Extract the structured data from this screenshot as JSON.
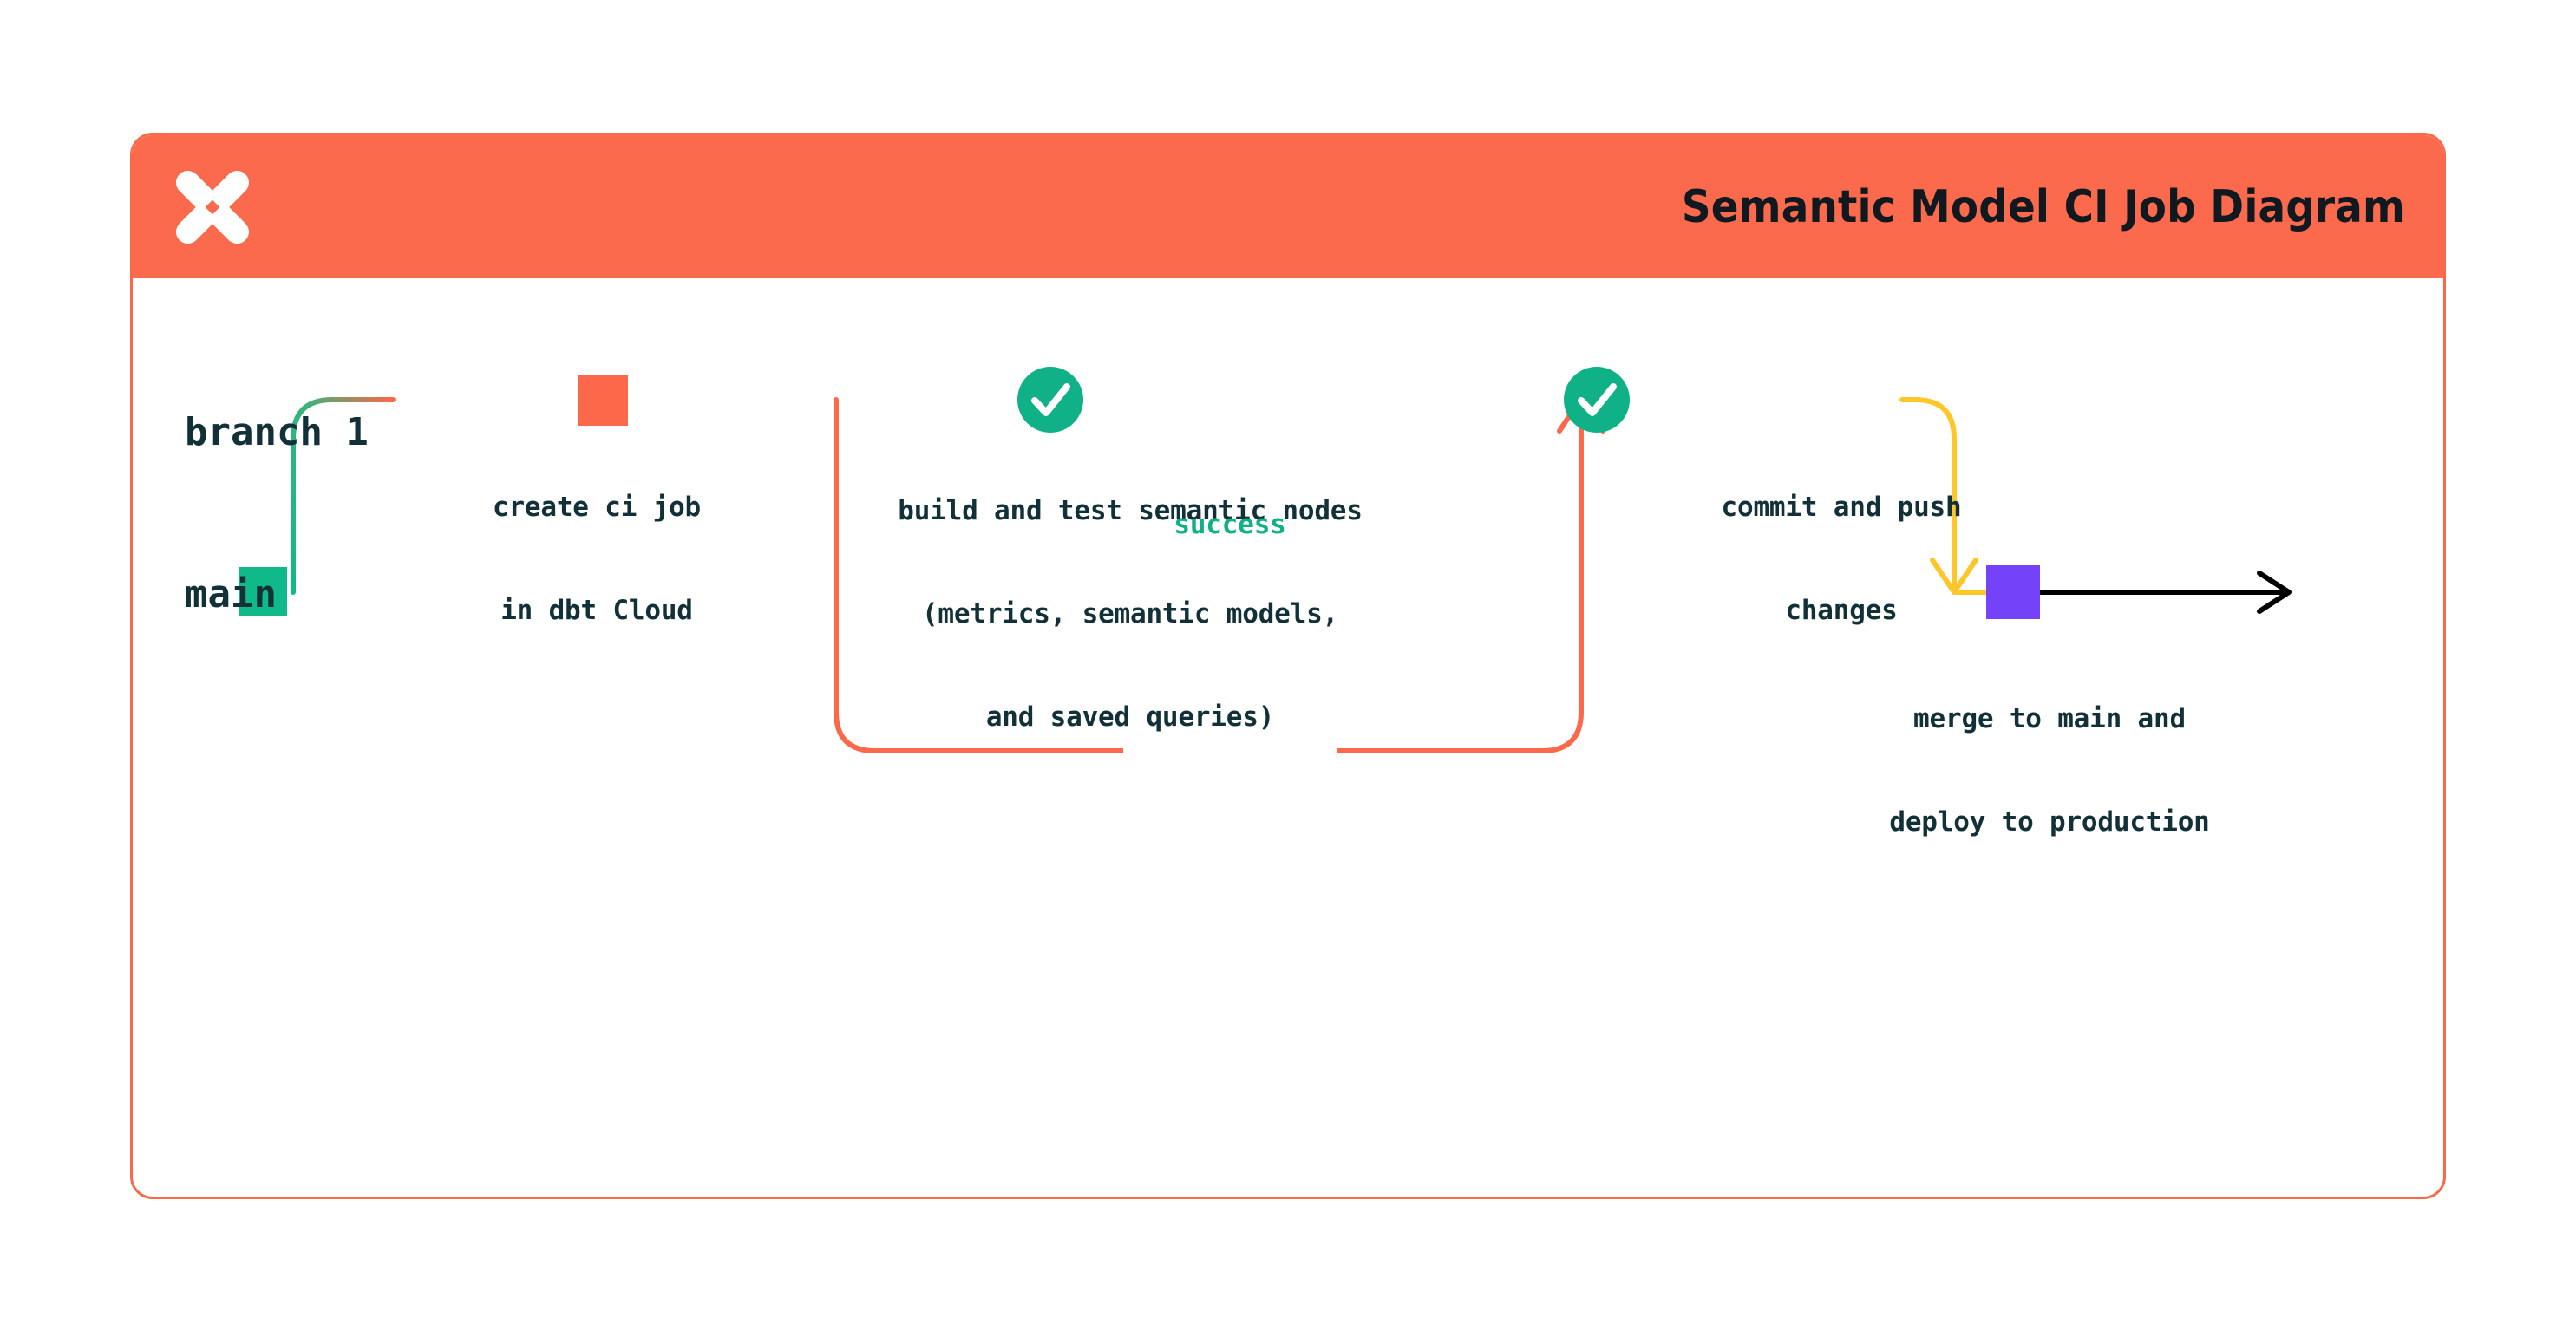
{
  "card": {
    "header": {
      "logo_icon": "dbt-logo-icon",
      "title": "Semantic Model CI Job Diagram"
    },
    "border_color": "#fb684a",
    "header_bg": "#fb6a4c"
  },
  "diagram": {
    "type": "git-branch-flow",
    "lanes": [
      {
        "id": "branch1",
        "label": "branch 1",
        "color": "#fb684a"
      },
      {
        "id": "main",
        "label": "main",
        "color": "#0fb98a"
      }
    ],
    "nodes": [
      {
        "id": "create-ci-job",
        "shape": "square",
        "color": "#fb684a",
        "lane": "branch1",
        "label": "create ci job\nin dbt Cloud",
        "label_line_1": "create ci job",
        "label_line_2": "in dbt Cloud"
      },
      {
        "id": "build-test-semantic-nodes",
        "shape": "circle-check",
        "color": "#11b187",
        "icon": "check-icon",
        "lane": "branch1",
        "label": "build and test semantic nodes\n(metrics, semantic models,\nand saved queries)",
        "label_line_1": "build and test semantic nodes",
        "label_line_2": "(metrics, semantic models,",
        "label_line_3": "and saved queries)"
      },
      {
        "id": "commit-and-push",
        "shape": "circle-check",
        "color": "#11b187",
        "icon": "check-icon",
        "lane": "branch1",
        "label": "commit and push\nchanges",
        "label_line_1": "commit and push",
        "label_line_2": "changes"
      },
      {
        "id": "merge-to-main",
        "shape": "square",
        "color": "#7442f8",
        "lane": "main",
        "label": "merge to main and\ndeploy to production",
        "label_line_1": "merge to main and",
        "label_line_2": "deploy to production"
      }
    ],
    "edges": [
      {
        "id": "retry-loop",
        "label": "success",
        "color": "#fb684a",
        "label_color": "#11b187",
        "direction": "loop-back-up"
      },
      {
        "id": "merge-edge",
        "label": "",
        "color": "#ffc629",
        "direction": "down-to-main"
      },
      {
        "id": "production-edge",
        "label": "",
        "color": "#000000",
        "direction": "right"
      }
    ],
    "colors": {
      "branch_orange": "#fb684a",
      "main_green": "#0fb98a",
      "check_green": "#11b187",
      "merge_yellow": "#ffc629",
      "merge_purple": "#7442f8",
      "text_navy": "#113037",
      "arrow_black": "#000000"
    }
  }
}
